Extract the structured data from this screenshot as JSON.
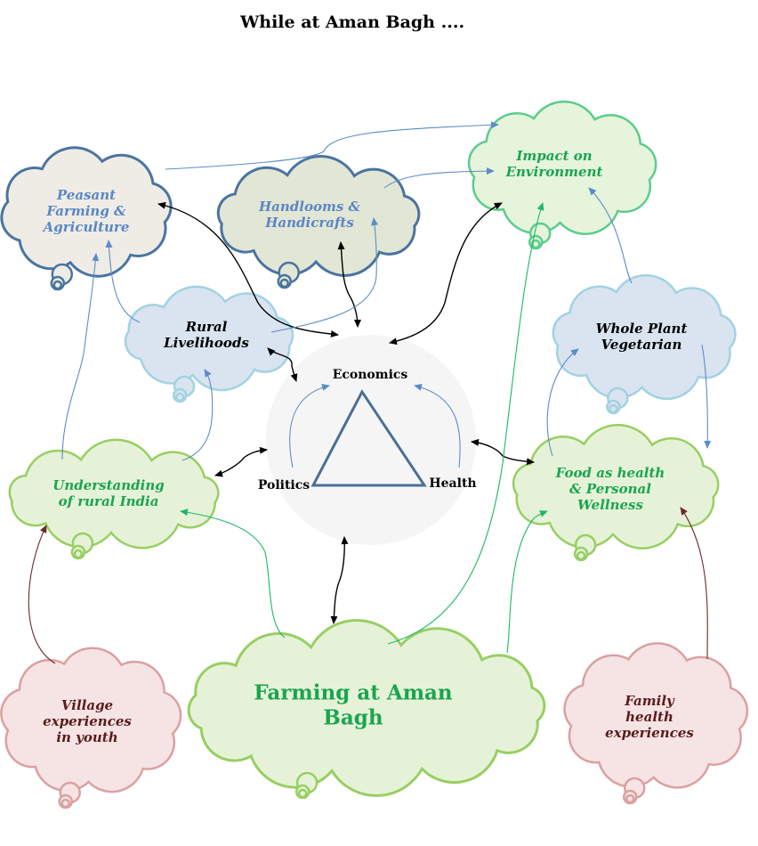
{
  "title": "While at Aman Bagh ....",
  "colors": {
    "blue_outline": "#4a74a0",
    "blue_text": "#5b86c4",
    "light_blue_outline": "#a2d2e2",
    "light_blue_fill": "#d9e4f0",
    "green_outline": "#97cf62",
    "green_fill": "#e6f2d8",
    "green_text": "#1aa54f",
    "mint_outline": "#5ccc8c",
    "pink_outline": "#dba0a0",
    "pink_fill": "#f6e4e5",
    "maroon_text": "#5a1b1b",
    "connector_black": "#000000",
    "connector_blue": "#5b8cc8",
    "connector_green": "#1cb868",
    "connector_maroon": "#6b2a2a",
    "hub_fill": "#f5f5f5",
    "triangle": "#4a6f95"
  },
  "center": {
    "economics": "Economics",
    "politics": "Politics",
    "health": "Health"
  },
  "clouds": {
    "peasant": {
      "label": "Peasant\nFarming &\nAgriculture"
    },
    "handlooms": {
      "label": "Handlooms &\nHandicrafts"
    },
    "environment": {
      "label": "Impact on\nEnvironment"
    },
    "rural": {
      "label": "Rural\nLivelihoods"
    },
    "vegetarian": {
      "label": "Whole Plant\nVegetarian"
    },
    "understanding": {
      "label": "Understanding\nof rural India"
    },
    "food": {
      "label": "Food as health\n& Personal\nWellness"
    },
    "farming": {
      "label": "Farming at Aman\nBagh"
    },
    "village": {
      "label": "Village\nexperiences\nin youth"
    },
    "family": {
      "label": "Family\nhealth\nexperiences"
    }
  }
}
